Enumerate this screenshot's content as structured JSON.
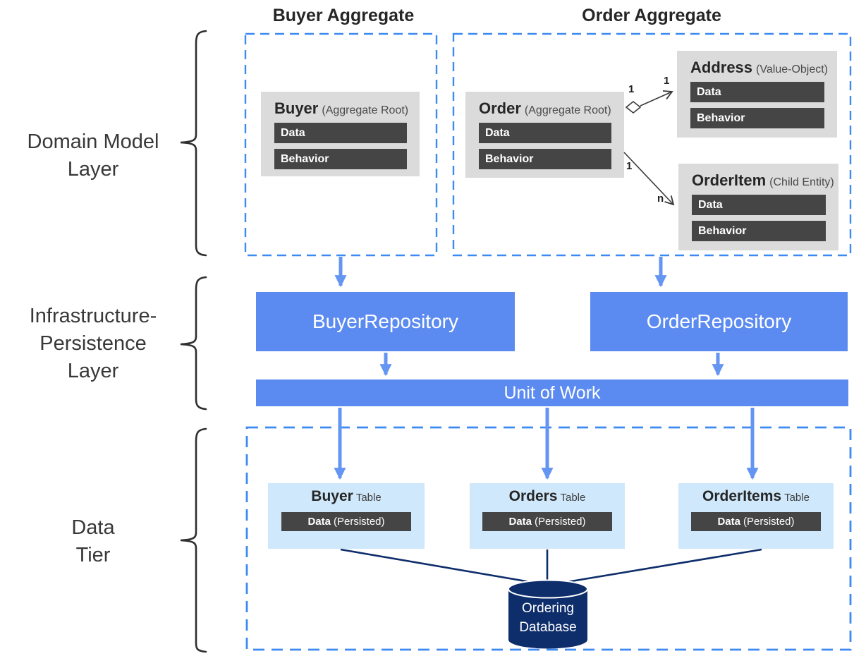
{
  "aggregates": [
    {
      "title": "Buyer Aggregate"
    },
    {
      "title": "Order Aggregate"
    }
  ],
  "entities": {
    "buyer": {
      "name": "Buyer",
      "qualifier": "(Aggregate Root)",
      "bars": [
        "Data",
        "Behavior"
      ]
    },
    "order": {
      "name": "Order",
      "qualifier": "(Aggregate Root)",
      "bars": [
        "Data",
        "Behavior"
      ]
    },
    "address": {
      "name": "Address",
      "qualifier": "(Value-Object)",
      "bars": [
        "Data",
        "Behavior"
      ]
    },
    "order_item": {
      "name": "OrderItem",
      "qualifier": "(Child Entity)",
      "bars": [
        "Data",
        "Behavior"
      ]
    }
  },
  "relations": {
    "order_address": {
      "source_label": "1",
      "target_label": "1"
    },
    "order_orderitem": {
      "source_label": "1",
      "target_label": "n"
    }
  },
  "layers": {
    "domain": {
      "lines": [
        "Domain Model",
        "Layer"
      ]
    },
    "infrastructure": {
      "lines": [
        "Infrastructure-",
        "Persistence",
        "Layer"
      ]
    },
    "data": {
      "lines": [
        "Data",
        "Tier"
      ]
    }
  },
  "repositories": {
    "buyer": {
      "label": "BuyerRepository"
    },
    "order": {
      "label": "OrderRepository"
    }
  },
  "unit_of_work": {
    "label": "Unit of Work"
  },
  "tables": {
    "buyer": {
      "name": "Buyer",
      "qualifier": "Table",
      "bar_name": "Data",
      "bar_qualifier": "(Persisted)"
    },
    "orders": {
      "name": "Orders",
      "qualifier": "Table",
      "bar_name": "Data",
      "bar_qualifier": "(Persisted)"
    },
    "order_items": {
      "name": "OrderItems",
      "qualifier": "Table",
      "bar_name": "Data",
      "bar_qualifier": "(Persisted)"
    }
  },
  "database": {
    "line1": "Ordering",
    "line2": "Database"
  },
  "colors": {
    "dashed_border": "#3c8af2",
    "arrow_blue": "#6495f2",
    "box_blue": "#5b8af0",
    "navy": "#0d2d6b",
    "entity_bg": "#dbdbdb",
    "dark_bar": "#454545",
    "table_bg": "#cfe8fb"
  }
}
